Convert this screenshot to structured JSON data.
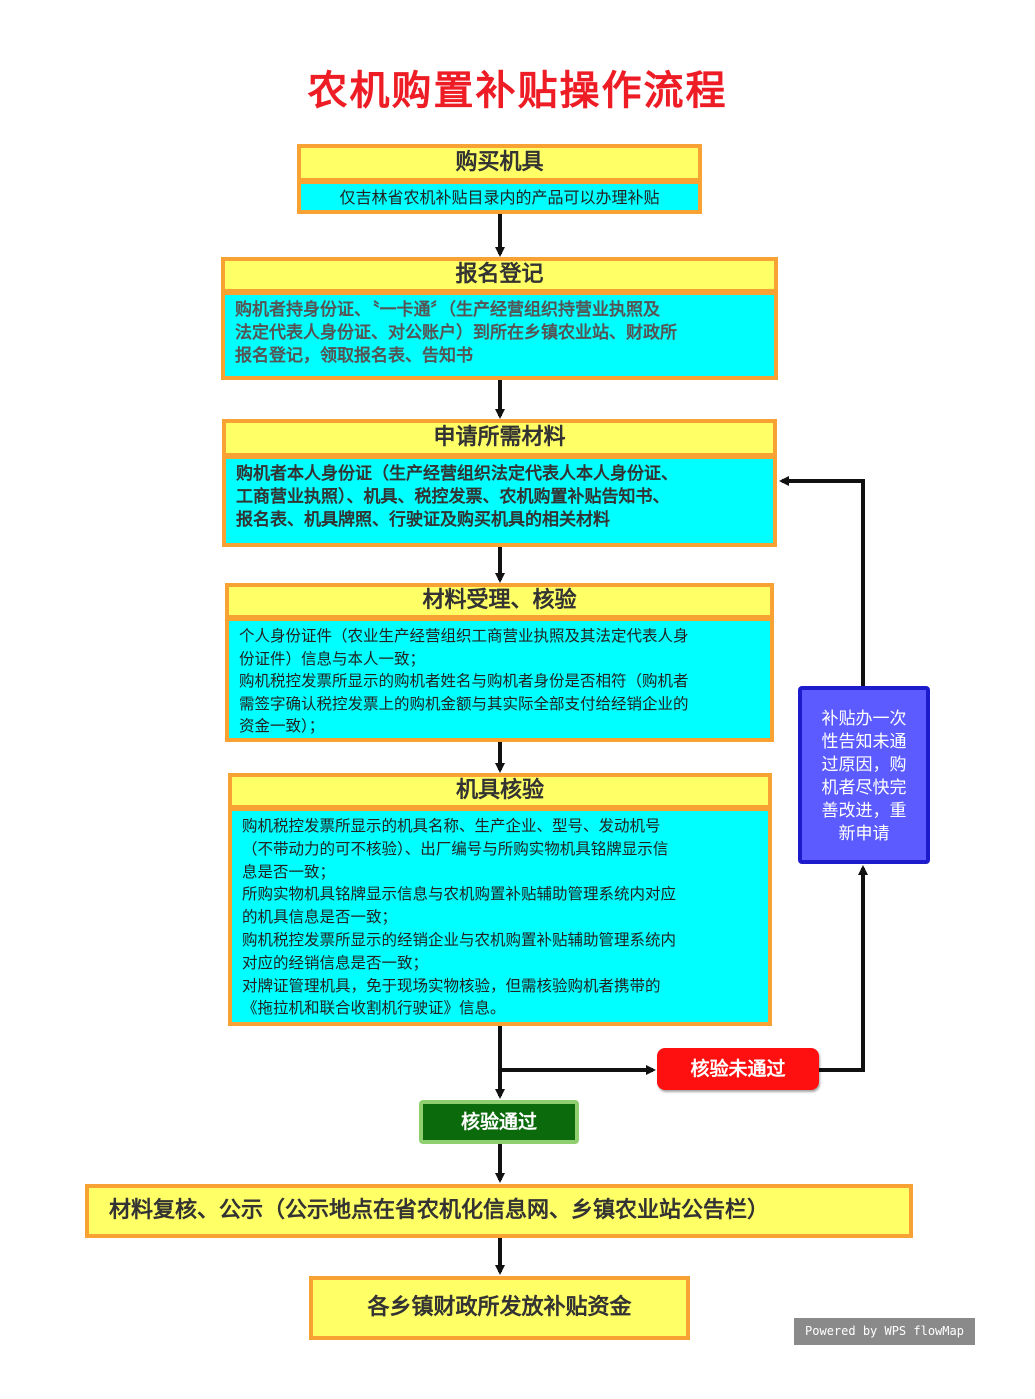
{
  "title": "农机购置补贴操作流程",
  "steps": [
    {
      "header": "购买机具",
      "lines": [
        "仅吉林省农机补贴目录内的产品可以办理补贴"
      ]
    },
    {
      "header": "报名登记",
      "lines": [
        "购机者持身份证、〝一卡通〞（生产经营组织持营业执照及",
        "法定代表人身份证、对公账户）到所在乡镇农业站、财政所",
        "报名登记，领取报名表、告知书"
      ]
    },
    {
      "header": "申请所需材料",
      "lines": [
        "购机者本人身份证（生产经营组织法定代表人本人身份证、",
        "工商营业执照）、机具、税控发票、农机购置补贴告知书、",
        "报名表、机具牌照、行驶证及购买机具的相关材料"
      ]
    },
    {
      "header": "材料受理、核验",
      "lines": [
        "个人身份证件（农业生产经营组织工商营业执照及其法定代表人身",
        "份证件）信息与本人一致；",
        "购机税控发票所显示的购机者姓名与购机者身份是否相符（购机者",
        "需签字确认税控发票上的购机金额与其实际全部支付给经销企业的",
        "资金一致）；"
      ]
    },
    {
      "header": "机具核验",
      "lines": [
        "购机税控发票所显示的机具名称、生产企业、型号、发动机号",
        "（不带动力的可不核验）、出厂编号与所购实物机具铭牌显示信",
        "息是否一致；",
        "所购实物机具铭牌显示信息与农机购置补贴辅助管理系统内对应",
        "的机具信息是否一致；",
        "购机税控发票所显示的经销企业与农机购置补贴辅助管理系统内",
        "对应的经销信息是否一致；",
        "对牌证管理机具，免于现场实物核验，但需核验购机者携带的",
        "《拖拉机和联合收割机行驶证》信息。"
      ]
    }
  ],
  "fail_label": "核验未通过",
  "retry_lines": [
    "补贴办一次",
    "性告知未通",
    "过原因，购",
    "机者尽快完",
    "善改进，重",
    "新申请"
  ],
  "pass_label": "核验通过",
  "review": "材料复核、公示（公示地点在省农机化信息网、乡镇农业站公告栏）",
  "final": "各乡镇财政所发放补贴资金",
  "powered_by": "Powered by WPS flowMap"
}
